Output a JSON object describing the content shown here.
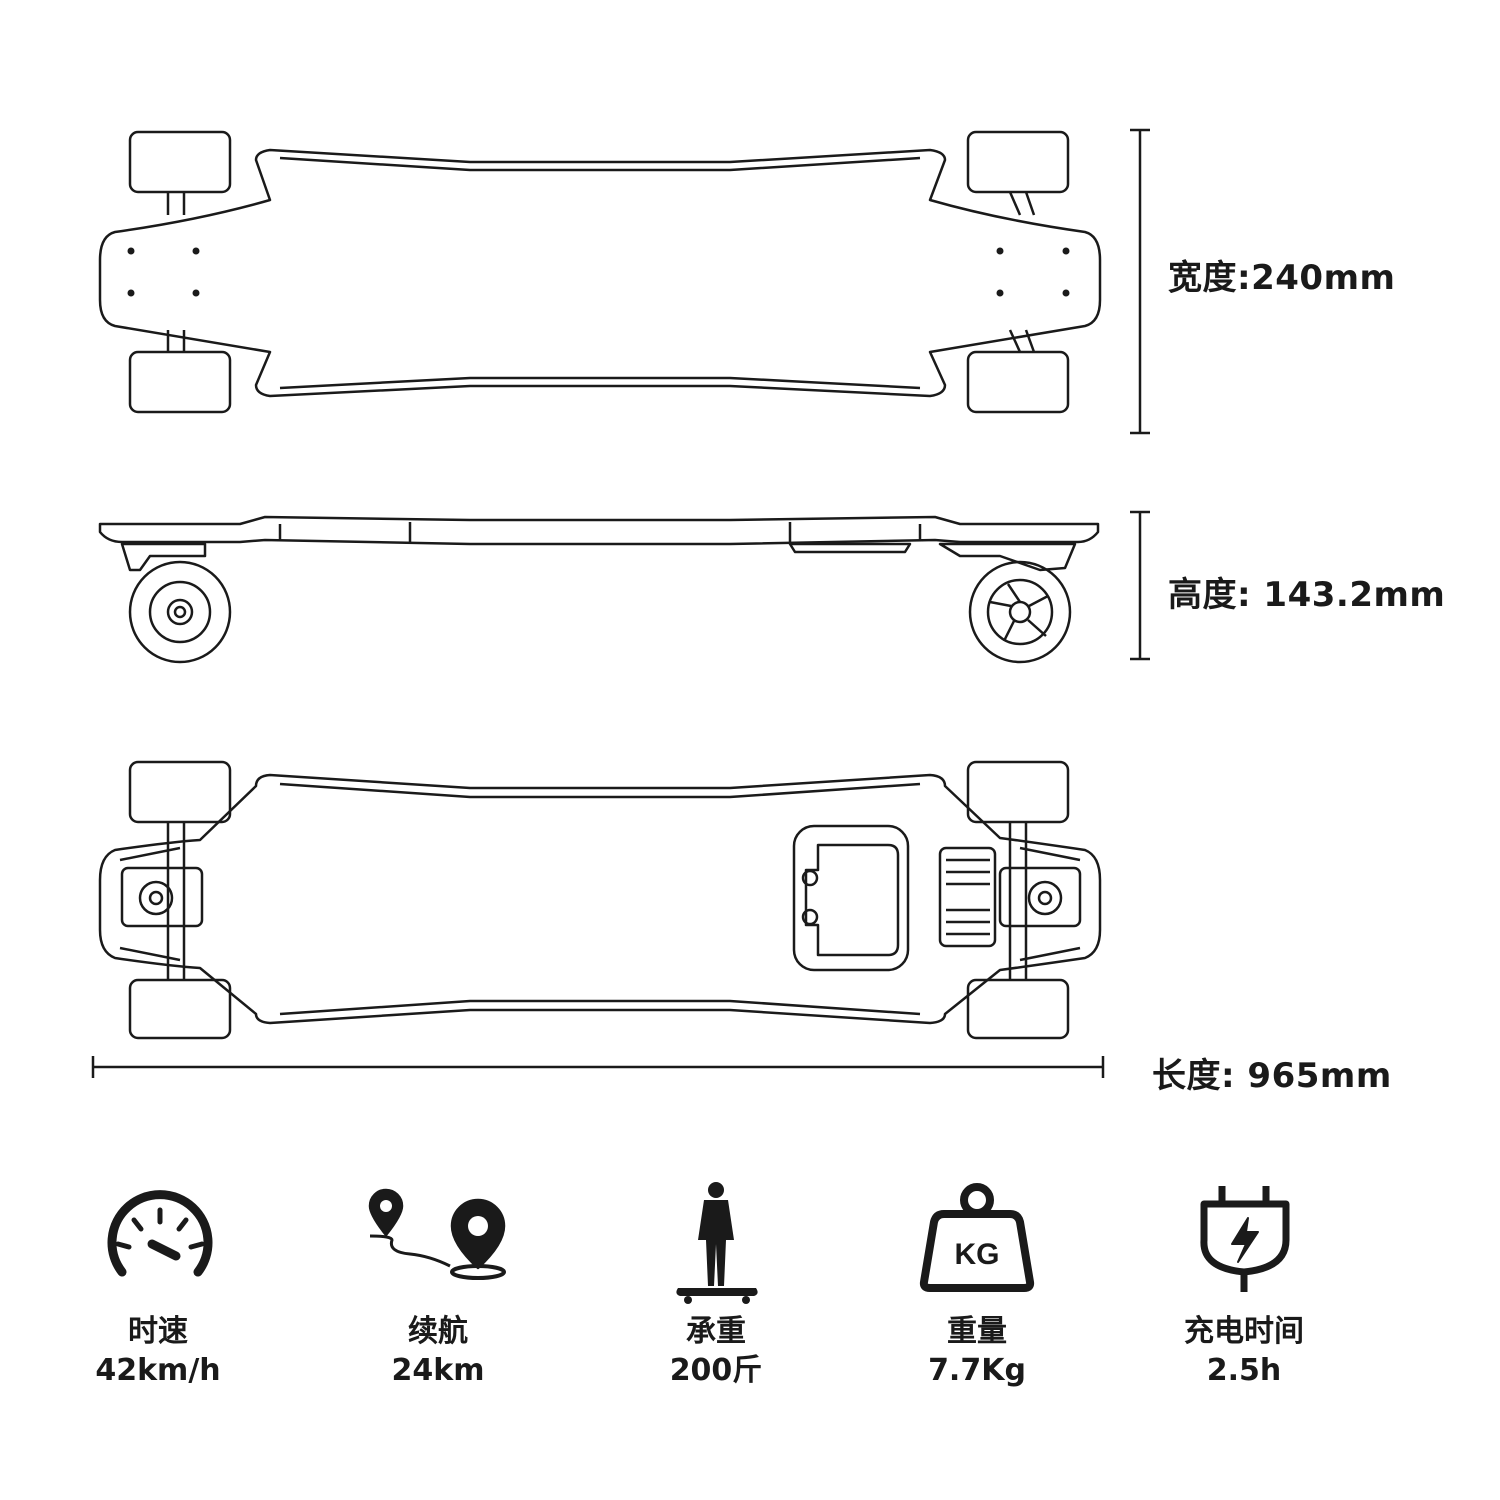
{
  "dimensions": {
    "width": "宽度:240mm",
    "height": "高度:  143.2mm",
    "length": "长度:  965mm"
  },
  "specs": [
    {
      "icon": "speedometer-icon",
      "label": "时速",
      "value": "42km/h"
    },
    {
      "icon": "route-pin-icon",
      "label": "续航",
      "value": "24km"
    },
    {
      "icon": "rider-icon",
      "label": "承重",
      "value": "200斤"
    },
    {
      "icon": "weight-icon",
      "label": "重量",
      "value": "7.7Kg",
      "icon_text": "KG"
    },
    {
      "icon": "charging-plug-icon",
      "label": "充电时间",
      "value": "2.5h"
    }
  ]
}
